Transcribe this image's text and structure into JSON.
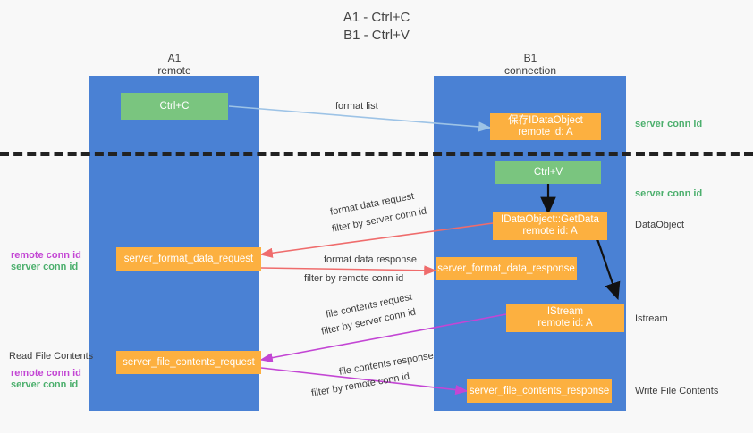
{
  "title": {
    "line1": "A1 - Ctrl+C",
    "line2": "B1 - Ctrl+V"
  },
  "columns": [
    {
      "name": "A1",
      "sub": "remote"
    },
    {
      "name": "B1",
      "sub": "connection"
    }
  ],
  "nodes": {
    "ctrl_c": "Ctrl+C",
    "ctrl_v": "Ctrl+V",
    "save_idataobject_l1": "保存IDataObject",
    "save_idataobject_l2": "remote id: A",
    "getdata_l1": "IDataObject::GetData",
    "getdata_l2": "remote id: A",
    "istream_l1": "IStream",
    "istream_l2": "remote id: A",
    "server_format_data_request": "server_format_data_request",
    "server_format_data_response": "server_format_data_response",
    "server_file_contents_request": "server_file_contents_request",
    "server_file_contents_response": "server_file_contents_response"
  },
  "edge_labels": {
    "format_list": "format list",
    "format_data_request": "format data request",
    "format_data_response": "format data response",
    "file_contents_request": "file contents request",
    "file_contents_response": "file contents response",
    "filter_by": "filter by",
    "server_conn_id": "server conn id",
    "remote_conn_id": "remote conn id"
  },
  "side_labels": {
    "right_server_conn_id_top": "server conn id",
    "right_server_conn_id_mid": "server conn id",
    "right_dataobject": "DataObject",
    "right_istream": "Istream",
    "right_write_file_contents": "Write File Contents",
    "left_remote_conn_id_1": "remote conn id",
    "left_server_conn_id_1": "server conn id",
    "left_read_file_contents": "Read File Contents",
    "left_remote_conn_id_2": "remote conn id",
    "left_server_conn_id_2": "server conn id"
  },
  "colors": {
    "column_blue": "#4a81d4",
    "node_green": "#7ac57f",
    "node_orange": "#fcb040",
    "arrow_lightblue": "#9dc3e6",
    "arrow_red": "#ef6c6c",
    "arrow_purple": "#c346d4",
    "arrow_black": "#111111",
    "text_green": "#4caf6d",
    "text_purple": "#c346d4",
    "background": "#f8f8f8"
  }
}
